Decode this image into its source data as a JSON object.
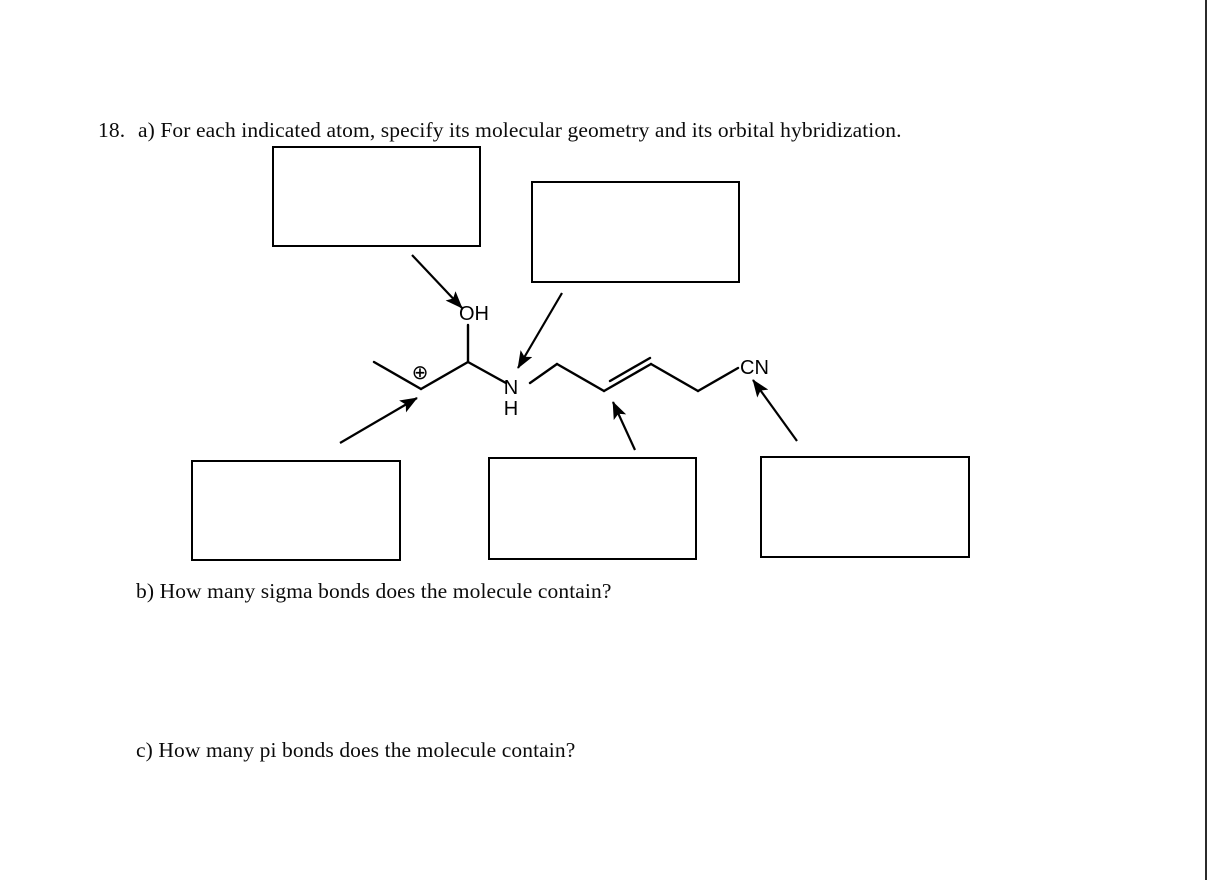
{
  "page": {
    "background_color": "#ffffff",
    "ink_color": "#000000",
    "edge_rule_color": "#2b2b2b"
  },
  "question": {
    "number": "18.",
    "part_a": "a) For each indicated atom, specify its molecular geometry and its orbital hybridization.",
    "part_b": "b) How many sigma bonds does the molecule contain?",
    "part_c": "c) How many pi bonds does the molecule contain?"
  },
  "answer_boxes": [
    {
      "id": "oh",
      "label": "",
      "points_to": "hydroxyl-oxygen"
    },
    {
      "id": "n",
      "label": "",
      "points_to": "amine-nitrogen"
    },
    {
      "id": "cation",
      "label": "",
      "points_to": "carbocation-carbon"
    },
    {
      "id": "alkene",
      "label": "",
      "points_to": "alkene-carbon"
    },
    {
      "id": "nitrile",
      "label": "",
      "points_to": "nitrile-carbon"
    }
  ],
  "molecule": {
    "atom_labels": [
      {
        "name": "hydroxyl",
        "text": "OH"
      },
      {
        "name": "amine-nitrogen",
        "text": "N"
      },
      {
        "name": "amine-hydrogen",
        "text": "H"
      },
      {
        "name": "nitrile",
        "text": "CN"
      }
    ],
    "charge_symbol": "⊕",
    "charge_description": "positive formal charge on carbocation carbon",
    "features": [
      "terminal methyl",
      "carbocation center",
      "carbinol carbon bearing OH",
      "secondary amine N-H",
      "trans carbon-carbon double bond",
      "terminal nitrile group"
    ]
  }
}
